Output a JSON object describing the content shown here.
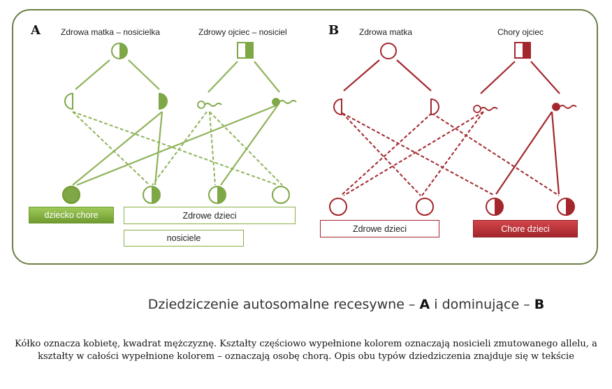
{
  "colors": {
    "green": "#7ea746",
    "red": "#a3272d",
    "frame": "#6b7f45"
  },
  "panel_a": {
    "letter": "A",
    "mother_label": "Zdrowa matka – nosicielka",
    "father_label": "Zdrowy ojciec – nosiciel",
    "affected_child_box": "dziecko chore",
    "healthy_children_box": "Zdrowe dzieci",
    "carriers_box": "nosiciele"
  },
  "panel_b": {
    "letter": "B",
    "mother_label": "Zdrowa matka",
    "father_label": "Chory ojciec",
    "healthy_children_box": "Zdrowe dzieci",
    "affected_children_box": "Chore dzieci"
  },
  "title": {
    "part1": "Dziedziczenie autosomalne recesywne –",
    "part2": "A",
    "part3": "i dominujące –",
    "part4": "B"
  },
  "caption": "Kółko oznacza kobietę, kwadrat mężczyznę. Kształty częściowo wypełnione kolorem oznaczają nosicieli zmutowanego allelu, a kształty w całości wypełnione kolorem – oznaczają osobę chorą. Opis obu typów dziedziczenia znajduje się w tekście"
}
